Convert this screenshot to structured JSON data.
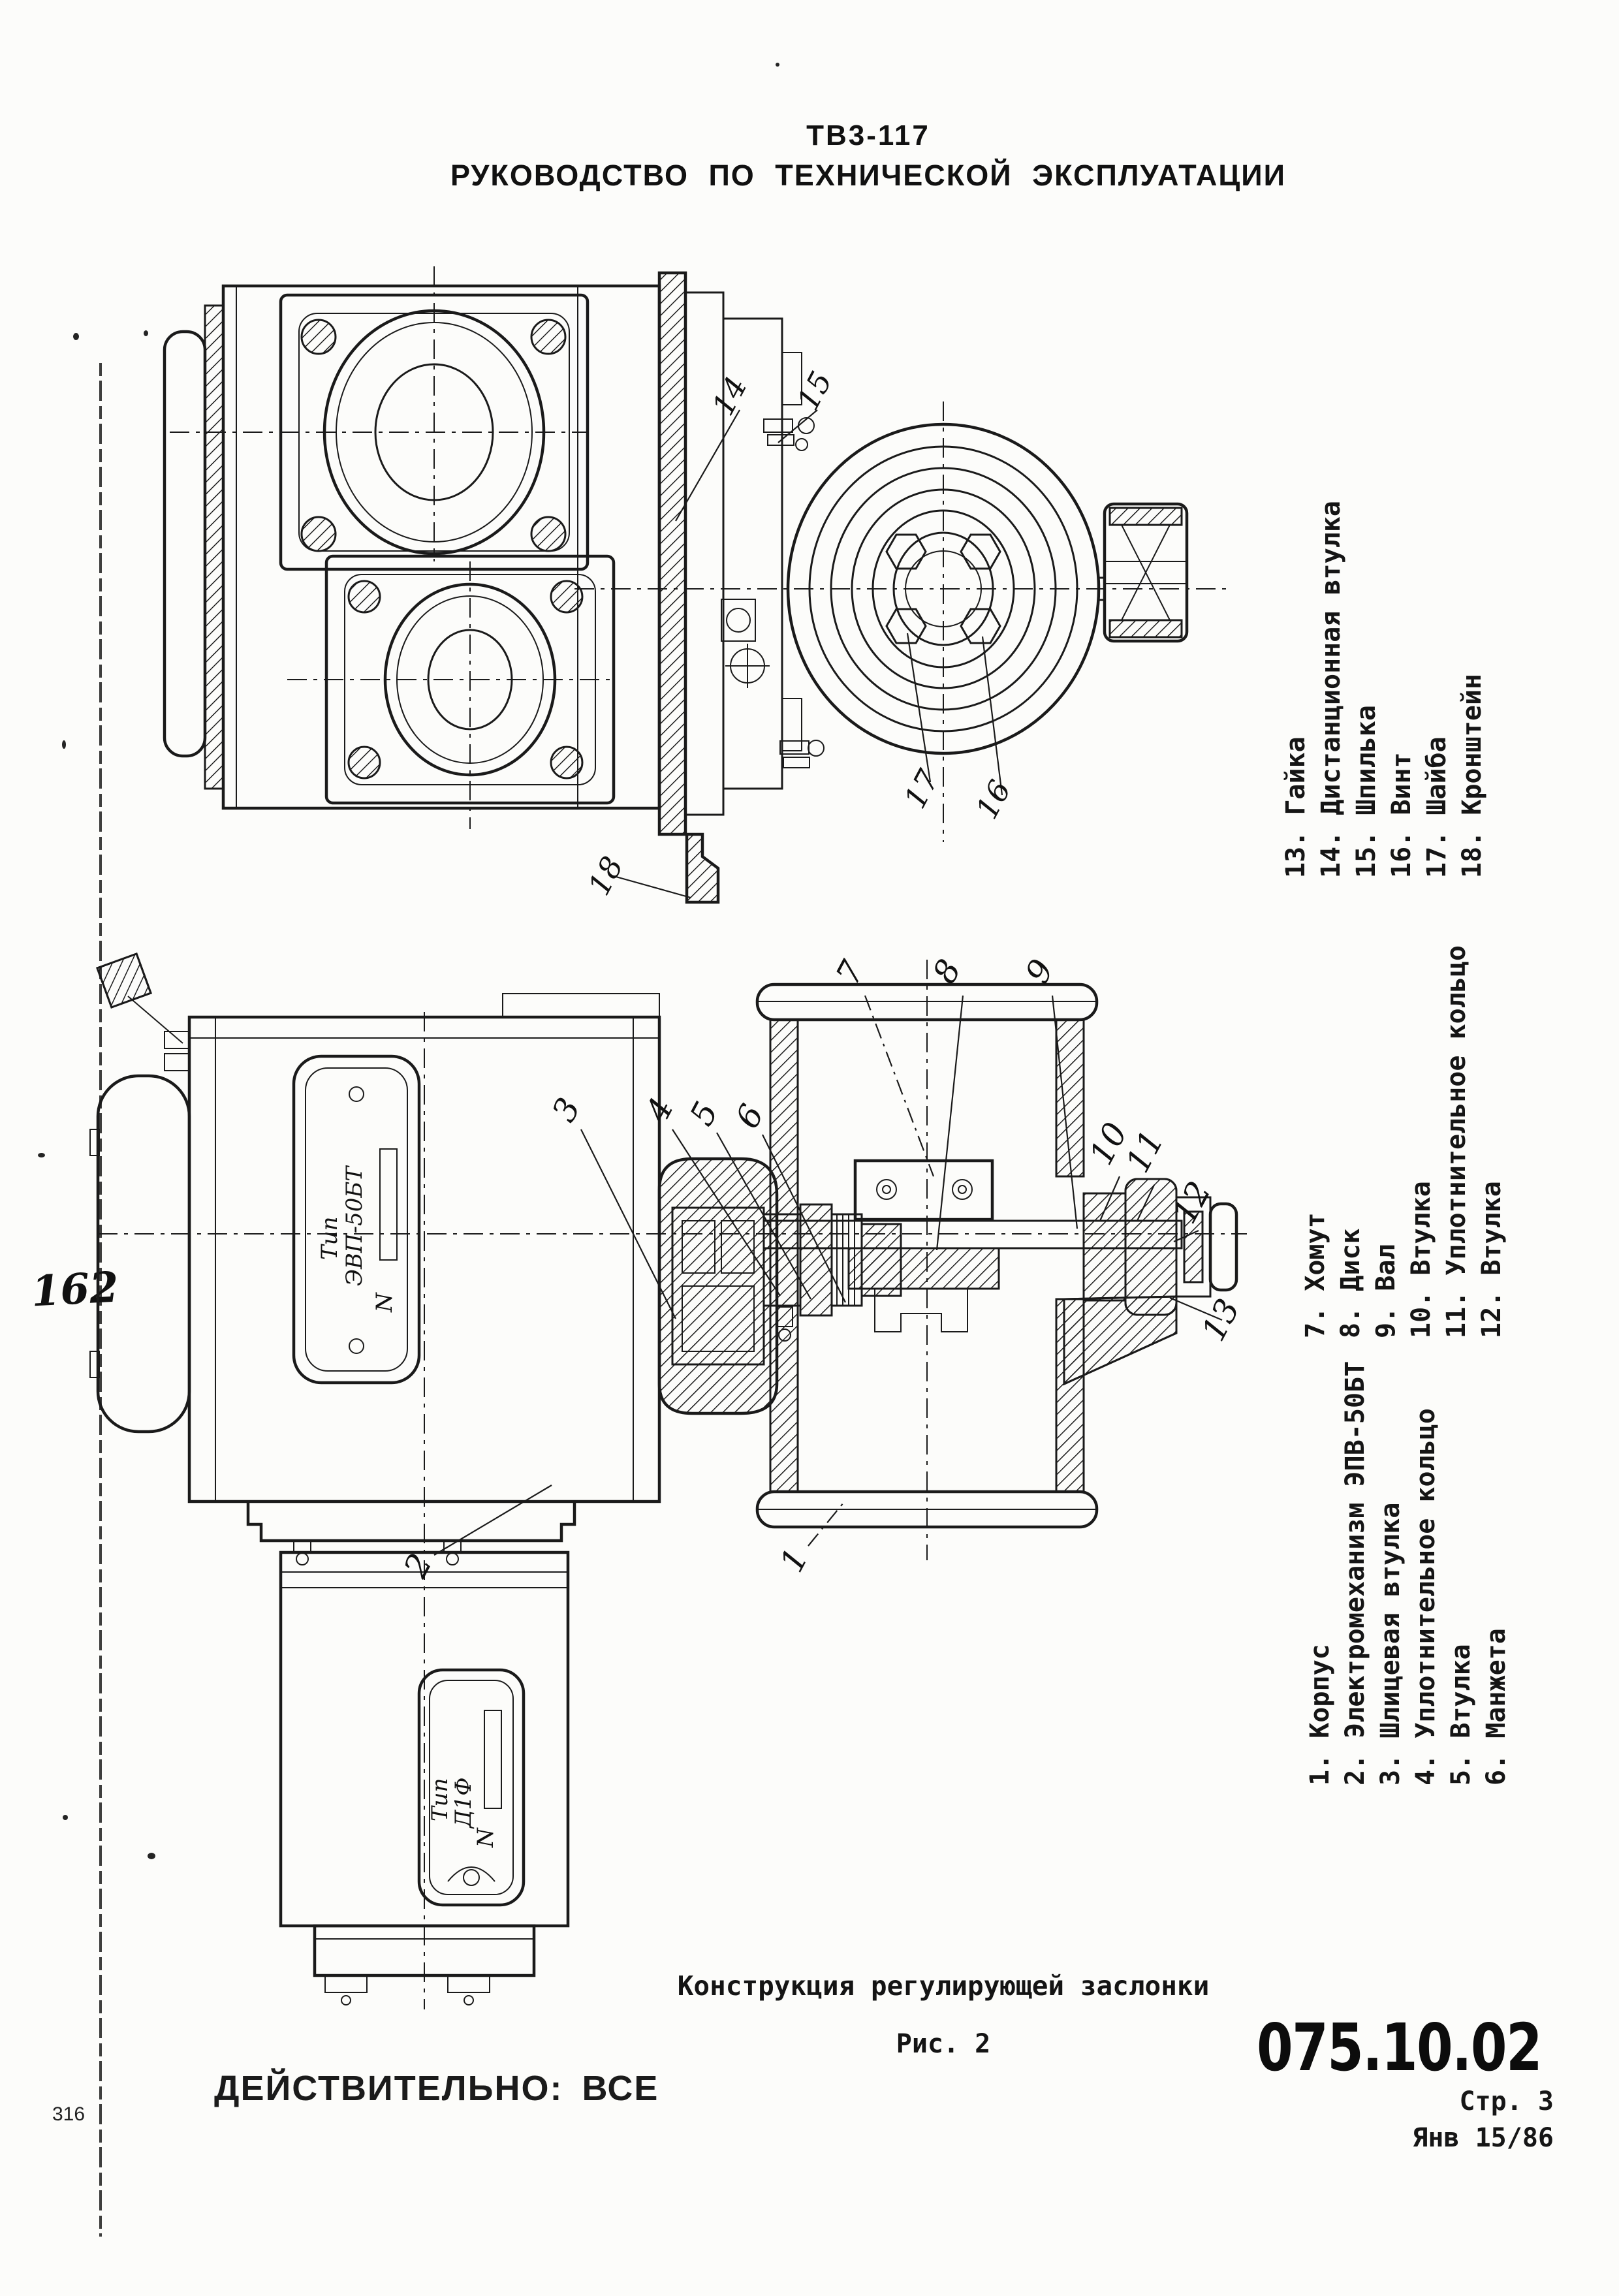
{
  "header": {
    "code": "ТВ3-117",
    "title": "РУКОВОДСТВО ПО ТЕХНИЧЕСКОЙ ЭКСПЛУАТАЦИИ"
  },
  "margin": {
    "left_number": "162",
    "corner_number": "316"
  },
  "figure": {
    "caption": "Конструкция регулирующей заслонки",
    "label": "Рис. 2",
    "parts_lists": {
      "top": [
        "13. Гайка",
        "14. Дистанционная втулка",
        "15. Шпилька",
        "16. Винт",
        "17. Шайба",
        "18. Кронштейн"
      ],
      "middle": [
        "7. Хомут",
        "8. Диск",
        "9. Вал",
        "10. Втулка",
        "11. Уплотнительное кольцо",
        "12. Втулка"
      ],
      "bottom": [
        "1. Корпус",
        "2. Электромеханизм ЭПВ-50БТ",
        "3. Шлицевая втулка",
        "4. Уплотнительное кольцо",
        "5. Втулка",
        "6. Манжета"
      ]
    },
    "drawing_top": {
      "callouts": [
        "14",
        "15",
        "18",
        "17",
        "16"
      ]
    },
    "drawing_bottom": {
      "callouts": [
        "3",
        "4",
        "5",
        "6",
        "7",
        "8",
        "9",
        "10",
        "11",
        "12",
        "13",
        "2",
        "1"
      ],
      "nameplate_motor": {
        "l1": "Тип",
        "l2": "ЭВП-50БТ",
        "l3": "N"
      },
      "nameplate_actuator": {
        "l1": "Тип",
        "l2": "Д1Ф",
        "l3": "N"
      }
    }
  },
  "footer": {
    "validity": "ДЕЙСТВИТЕЛЬНО: ВСЕ",
    "section_code": "075.10.02",
    "page": "Стр. 3",
    "date": "Янв 15/86"
  }
}
